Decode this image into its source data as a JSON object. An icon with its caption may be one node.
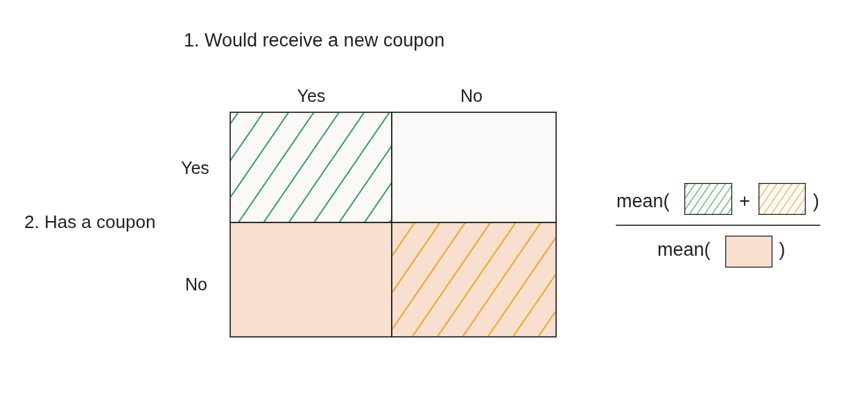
{
  "diagram": {
    "labels": [
      "1. Would receive a new coupon",
      "Yes",
      "No",
      "Yes",
      "mean(",
      "+",
      ")",
      "2. Has a coupon",
      "mean(",
      ")",
      "No"
    ]
  }
}
